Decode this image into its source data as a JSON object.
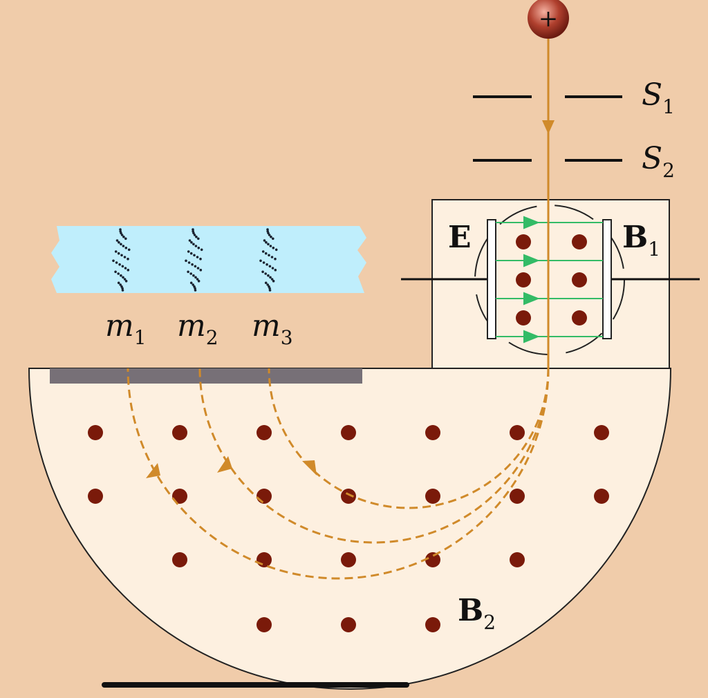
{
  "figure": {
    "particle_charge": "+",
    "slits": [
      {
        "name": "S",
        "sub": "1"
      },
      {
        "name": "S",
        "sub": "2"
      }
    ],
    "selector": {
      "field_E": "E",
      "field_B1": {
        "name": "B",
        "sub": "1"
      }
    },
    "chamber_field": {
      "name": "B",
      "sub": "2"
    },
    "masses": [
      {
        "name": "m",
        "sub": "1"
      },
      {
        "name": "m",
        "sub": "2"
      },
      {
        "name": "m",
        "sub": "3"
      }
    ]
  },
  "colors": {
    "background": "#f0ccaa",
    "chamber_fill": "#fdf0e0",
    "film_fill": "#bfeefc",
    "plate": "#777077",
    "path": "#d08a2a",
    "dot": "#7a1a0a",
    "field_line": "#33bb66"
  }
}
